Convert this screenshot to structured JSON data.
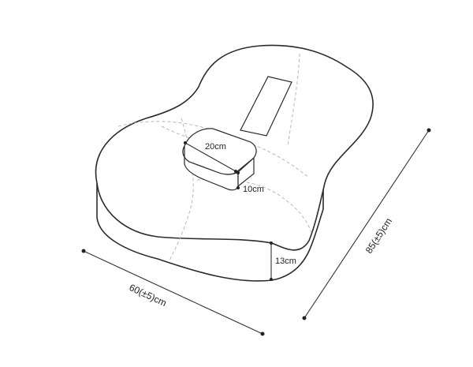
{
  "dimensions": {
    "width": "60(±5)cm",
    "length": "85(±5)cm",
    "thickness": "13cm",
    "block_width": "20cm",
    "block_height": "10cm"
  }
}
